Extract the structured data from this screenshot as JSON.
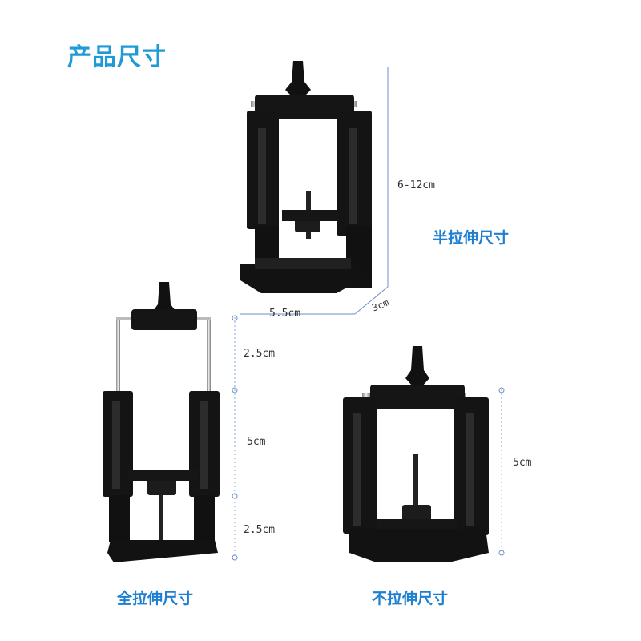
{
  "title": "产品尺寸",
  "captions": {
    "half": "半拉伸尺寸",
    "full": "全拉伸尺寸",
    "none": "不拉伸尺寸"
  },
  "dimensions": {
    "half_height": "6-12cm",
    "half_width": "5.5cm",
    "half_depth": "3cm",
    "full_top": "2.5cm",
    "full_middle": "5cm",
    "full_bottom": "2.5cm",
    "none_height": "5cm"
  },
  "colors": {
    "title": "#1e9ad6",
    "caption": "#1f7fd1",
    "clamp": "#111111",
    "dimension_line": "#6b8fc9"
  }
}
